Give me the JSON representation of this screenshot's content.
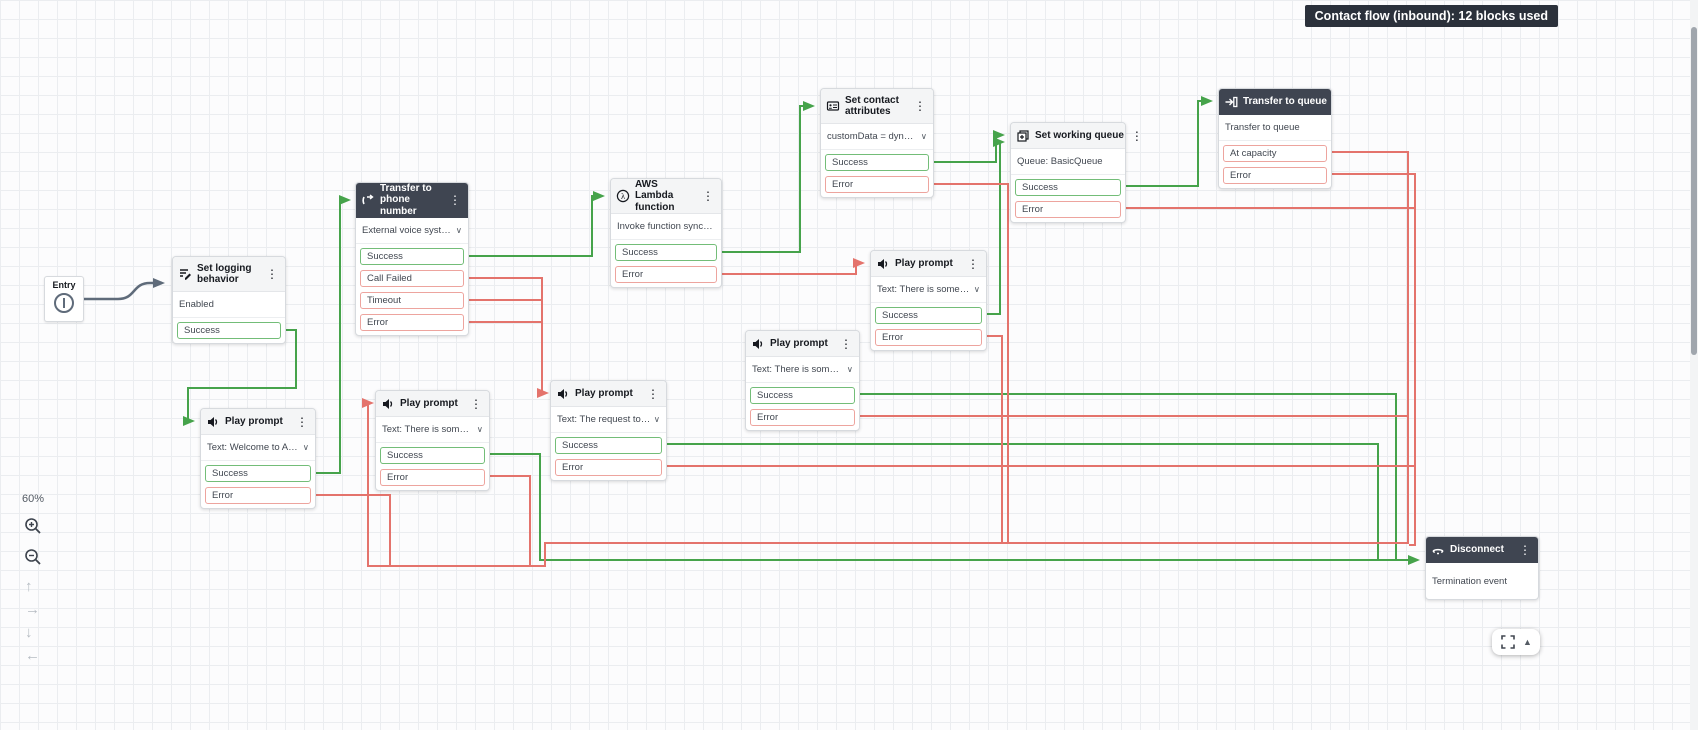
{
  "badge": {
    "label": "Contact flow (inbound): 12 blocks used"
  },
  "entry": {
    "label": "Entry"
  },
  "controls": {
    "zoom_level": "60%"
  },
  "colors": {
    "success_edge": "#46a34b",
    "error_edge": "#e4736c",
    "entry_edge": "#5f6b7a",
    "dark_header": "#3f4551",
    "badge_bg": "#2b313b"
  },
  "glyphs": {
    "kebab": "⋮",
    "chevron": "∨",
    "triangle": "▲",
    "arrow_up": "↑",
    "arrow_right": "→",
    "arrow_down": "↓",
    "arrow_left": "←"
  },
  "blocks": [
    {
      "title": "Set logging behavior",
      "body": "Enabled",
      "selected": false,
      "outputs": [
        {
          "label": "Success",
          "type": "success"
        }
      ]
    },
    {
      "title": "Play prompt",
      "body": "Text: Welcome to Amazo...",
      "selected": false,
      "outputs": [
        {
          "label": "Success",
          "type": "success"
        },
        {
          "label": "Error",
          "type": "error"
        }
      ]
    },
    {
      "title": "Transfer to phone number",
      "body": "External voice system: ba...",
      "selected": true,
      "outputs": [
        {
          "label": "Success",
          "type": "success"
        },
        {
          "label": "Call Failed",
          "type": "error"
        },
        {
          "label": "Timeout",
          "type": "error"
        },
        {
          "label": "Error",
          "type": "error"
        }
      ]
    },
    {
      "title": "Play prompt",
      "body": "Text: There is some error...",
      "selected": false,
      "outputs": [
        {
          "label": "Success",
          "type": "success"
        },
        {
          "label": "Error",
          "type": "error"
        }
      ]
    },
    {
      "title": "Play prompt",
      "body": "Text: The request to exte...",
      "selected": false,
      "outputs": [
        {
          "label": "Success",
          "type": "success"
        },
        {
          "label": "Error",
          "type": "error"
        }
      ]
    },
    {
      "title": "AWS Lambda function",
      "body": "Invoke function sync: kor...",
      "selected": false,
      "outputs": [
        {
          "label": "Success",
          "type": "success"
        },
        {
          "label": "Error",
          "type": "error"
        }
      ]
    },
    {
      "title": "Play prompt",
      "body": "Text: There is some issue...",
      "selected": false,
      "outputs": [
        {
          "label": "Success",
          "type": "success"
        },
        {
          "label": "Error",
          "type": "error"
        }
      ]
    },
    {
      "title": "Set contact attributes",
      "body": "customData = dynamic($...",
      "selected": false,
      "outputs": [
        {
          "label": "Success",
          "type": "success"
        },
        {
          "label": "Error",
          "type": "error"
        }
      ]
    },
    {
      "title": "Play prompt",
      "body": "Text: There is some error...",
      "selected": false,
      "outputs": [
        {
          "label": "Success",
          "type": "success"
        },
        {
          "label": "Error",
          "type": "error"
        }
      ]
    },
    {
      "title": "Set working queue",
      "body": "Queue: BasicQueue",
      "selected": false,
      "outputs": [
        {
          "label": "Success",
          "type": "success"
        },
        {
          "label": "Error",
          "type": "error"
        }
      ]
    },
    {
      "title": "Transfer to queue",
      "body": "Transfer to queue",
      "selected": true,
      "outputs": [
        {
          "label": "At capacity",
          "type": "error"
        },
        {
          "label": "Error",
          "type": "error"
        }
      ]
    },
    {
      "title": "Disconnect",
      "body": "Termination event",
      "selected": true,
      "outputs": []
    }
  ]
}
